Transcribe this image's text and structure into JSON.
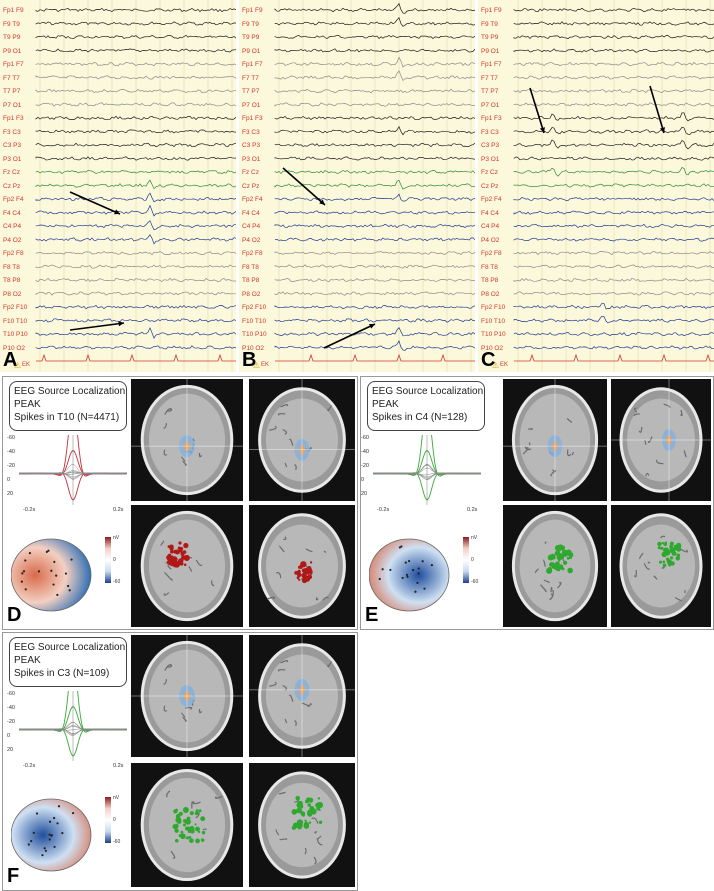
{
  "eeg_panels": [
    {
      "letter": "A",
      "ekg_label": "EK"
    },
    {
      "letter": "B",
      "ekg_label": "EK"
    },
    {
      "letter": "C",
      "ekg_label": "EK"
    }
  ],
  "channels": [
    "Fp1 F9",
    "F9 T9",
    "T9 P9",
    "P9 O1",
    "Fp1 F7",
    "F7 T7",
    "T7 P7",
    "P7 O1",
    "Fp1 F3",
    "F3 C3",
    "C3 P3",
    "P3 O1",
    "Fz Cz",
    "Cz Pz",
    "Fp2 F4",
    "F4 C4",
    "C4 P4",
    "P4 O2",
    "Fp2 F8",
    "F8 T8",
    "T8 P8",
    "P8 O2",
    "Fp2 F10",
    "F10 T10",
    "T10 P10",
    "P10 O2"
  ],
  "channel_colors": {
    "dark": "#1a1a1a",
    "grey": "#8a8a8a",
    "green": "#2e8b2e",
    "blue": "#1f3a8f",
    "ekg": "#d2372a"
  },
  "source_panels": [
    {
      "letter": "D",
      "title": "EEG Source Localization",
      "subtitle": "PEAK",
      "spikes": "Spikes in T10 (N=4471)",
      "x_min": "-0.2s",
      "x_max": "0.2s",
      "y_ticks": [
        "-60",
        "-40",
        "-20",
        "0",
        "20"
      ],
      "cb_top": "nV",
      "cb_mid": "0",
      "cb_bot": "-60",
      "cluster_color": "#b01818",
      "wave_color": "#c0303a"
    },
    {
      "letter": "E",
      "title": "EEG Source Localization",
      "subtitle": "PEAK",
      "spikes": "Spikes in C4 (N=128)",
      "x_min": "-0.2s",
      "x_max": "0.2s",
      "y_ticks": [
        "-60",
        "-40",
        "-20",
        "0",
        "20"
      ],
      "cb_top": "nV",
      "cb_mid": "0",
      "cb_bot": "-60",
      "cluster_color": "#2ea82e",
      "wave_color": "#3aa83a"
    },
    {
      "letter": "F",
      "title": "EEG Source Localization",
      "subtitle": "PEAK",
      "spikes": "Spikes in C3 (N=109)",
      "x_min": "-0.2s",
      "x_max": "0.2s",
      "y_ticks": [
        "-60",
        "-40",
        "-20",
        "0",
        "20"
      ],
      "cb_top": "nV",
      "cb_mid": "0",
      "cb_bot": "-60",
      "cluster_color": "#2ea82e",
      "wave_color": "#3aa83a"
    }
  ]
}
